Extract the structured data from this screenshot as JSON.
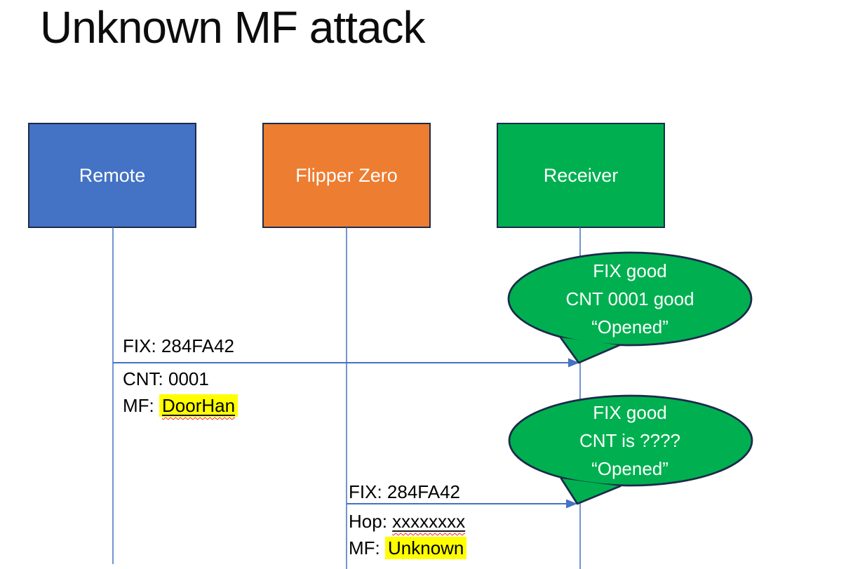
{
  "title": "Unknown MF attack",
  "actors": [
    {
      "label": "Remote",
      "fill": "#4472C4"
    },
    {
      "label": "Flipper Zero",
      "fill": "#ED7D31"
    },
    {
      "label": "Receiver",
      "fill": "#00B050"
    }
  ],
  "messages": [
    {
      "from": "Remote",
      "to": "Receiver",
      "above": "FIX: 284FA42",
      "line1": "CNT: 0001",
      "line2_prefix": "MF: ",
      "line2_value": "DoorHan"
    },
    {
      "from": "Flipper Zero",
      "to": "Receiver",
      "above": "FIX: 284FA42",
      "line1_prefix": "Hop: ",
      "line1_value": "xxxxxxxx",
      "line2_prefix": "MF: ",
      "line2_value": "Unknown"
    }
  ],
  "bubbles": [
    {
      "lines": [
        "FIX good",
        "CNT 0001 good",
        "“Opened”"
      ]
    },
    {
      "lines": [
        "FIX good",
        "CNT is ????",
        "“Opened”"
      ]
    }
  ],
  "colors": {
    "remote_fill": "#4472C4",
    "flipper_fill": "#ED7D31",
    "receiver_fill": "#00B050",
    "bubble_fill": "#00B050",
    "box_outline": "#1C2B4A",
    "connector_blue": "#4472C4",
    "highlight_yellow": "#FFFF00",
    "squiggle_red": "#FF2000"
  }
}
